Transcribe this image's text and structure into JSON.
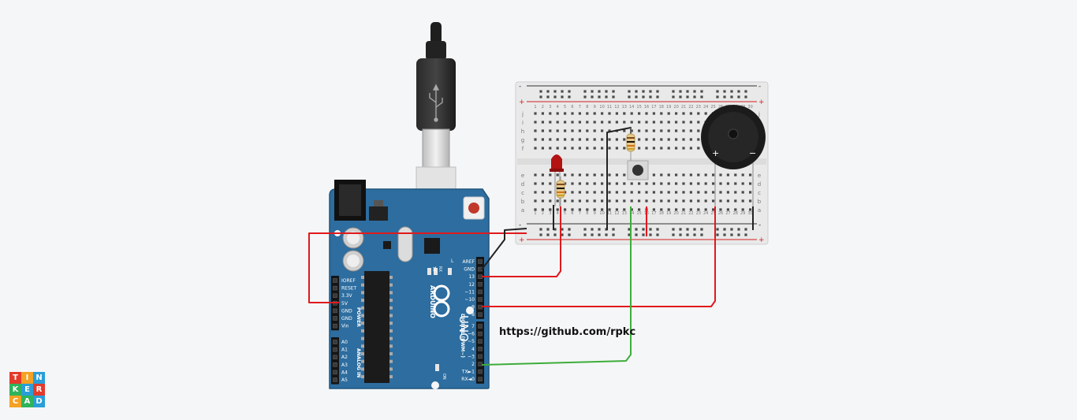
{
  "caption": "https://github.com/rpkc",
  "logo": {
    "letters": [
      "T",
      "I",
      "N",
      "K",
      "E",
      "R",
      "C",
      "A",
      "D"
    ],
    "colors": [
      "#e43a2b",
      "#f4a124",
      "#2a9ed8",
      "#2fb35b",
      "#2a9ed8",
      "#e43a2b",
      "#f4a124",
      "#2fb35b",
      "#2a9ed8"
    ]
  },
  "arduino": {
    "brand": "ARDUINO",
    "model": "UNO",
    "on_label": "ON",
    "tx_label": "TX",
    "rx_label": "RX",
    "l_label": "L",
    "power_header": "POWER",
    "analog_header": "ANALOG IN",
    "digital_header": "DIGITAL (PWM~)",
    "power_pins": [
      "IOREF",
      "RESET",
      "3.3V",
      "5V",
      "GND",
      "GND",
      "Vin"
    ],
    "analog_pins": [
      "A0",
      "A1",
      "A2",
      "A3",
      "A4",
      "A5"
    ],
    "digital_top": [
      "AREF",
      "GND",
      "13",
      "12",
      "~11",
      "~10",
      "~9",
      "8"
    ],
    "digital_bottom": [
      "7",
      "~6",
      "~5",
      "4",
      "~3",
      "2",
      "TX►1",
      "RX◄0"
    ]
  },
  "breadboard": {
    "rows_top": [
      "j",
      "i",
      "h",
      "g",
      "f"
    ],
    "rows_bottom": [
      "e",
      "d",
      "c",
      "b",
      "a"
    ],
    "column_numbers": [
      "1",
      "2",
      "3",
      "4",
      "5",
      "6",
      "7",
      "8",
      "9",
      "10",
      "11",
      "12",
      "13",
      "14",
      "15",
      "16",
      "17",
      "18",
      "19",
      "20",
      "21",
      "22",
      "23",
      "24",
      "25",
      "26",
      "27",
      "28",
      "29",
      "30"
    ],
    "plus": "+",
    "minus": "-"
  },
  "buzzer": {
    "plus": "+",
    "minus": "−"
  },
  "colors": {
    "board": "#2d6d9f",
    "wire_red": "#e0191c",
    "wire_black": "#222222",
    "wire_green": "#3dad3a"
  }
}
